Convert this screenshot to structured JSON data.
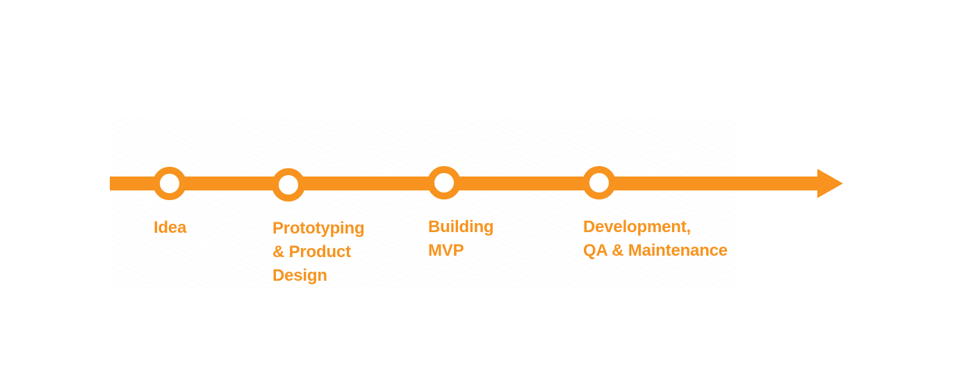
{
  "timeline": {
    "accent_color": "#f7931e",
    "arrow_icon": "arrow-right-icon",
    "milestone_icon": "milestone-circle-icon",
    "milestones": [
      {
        "label": "Idea"
      },
      {
        "label": "Prototyping\n& Product\nDesign"
      },
      {
        "label": "Building\nMVP"
      },
      {
        "label": "Development,\nQA & Maintenance"
      }
    ]
  }
}
